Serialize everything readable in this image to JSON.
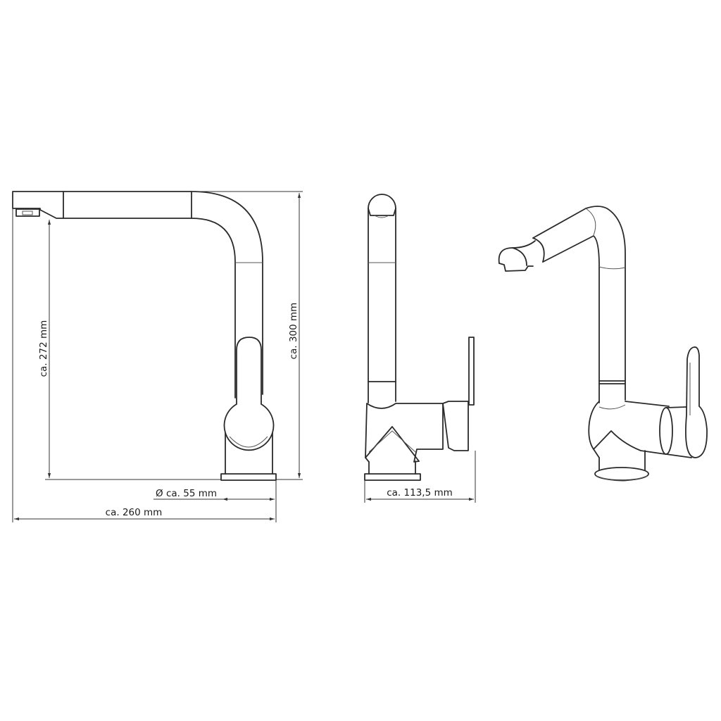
{
  "drawing": {
    "views": [
      "side-view",
      "front-view",
      "perspective-view"
    ],
    "line_color": "#2a2a2a",
    "background": "#ffffff"
  },
  "dimensions": {
    "spout_height": "ca. 272 mm",
    "total_height": "ca. 300 mm",
    "base_diameter": "Ø ca. 55 mm",
    "total_reach": "ca. 260 mm",
    "body_depth": "ca. 113,5 mm"
  }
}
